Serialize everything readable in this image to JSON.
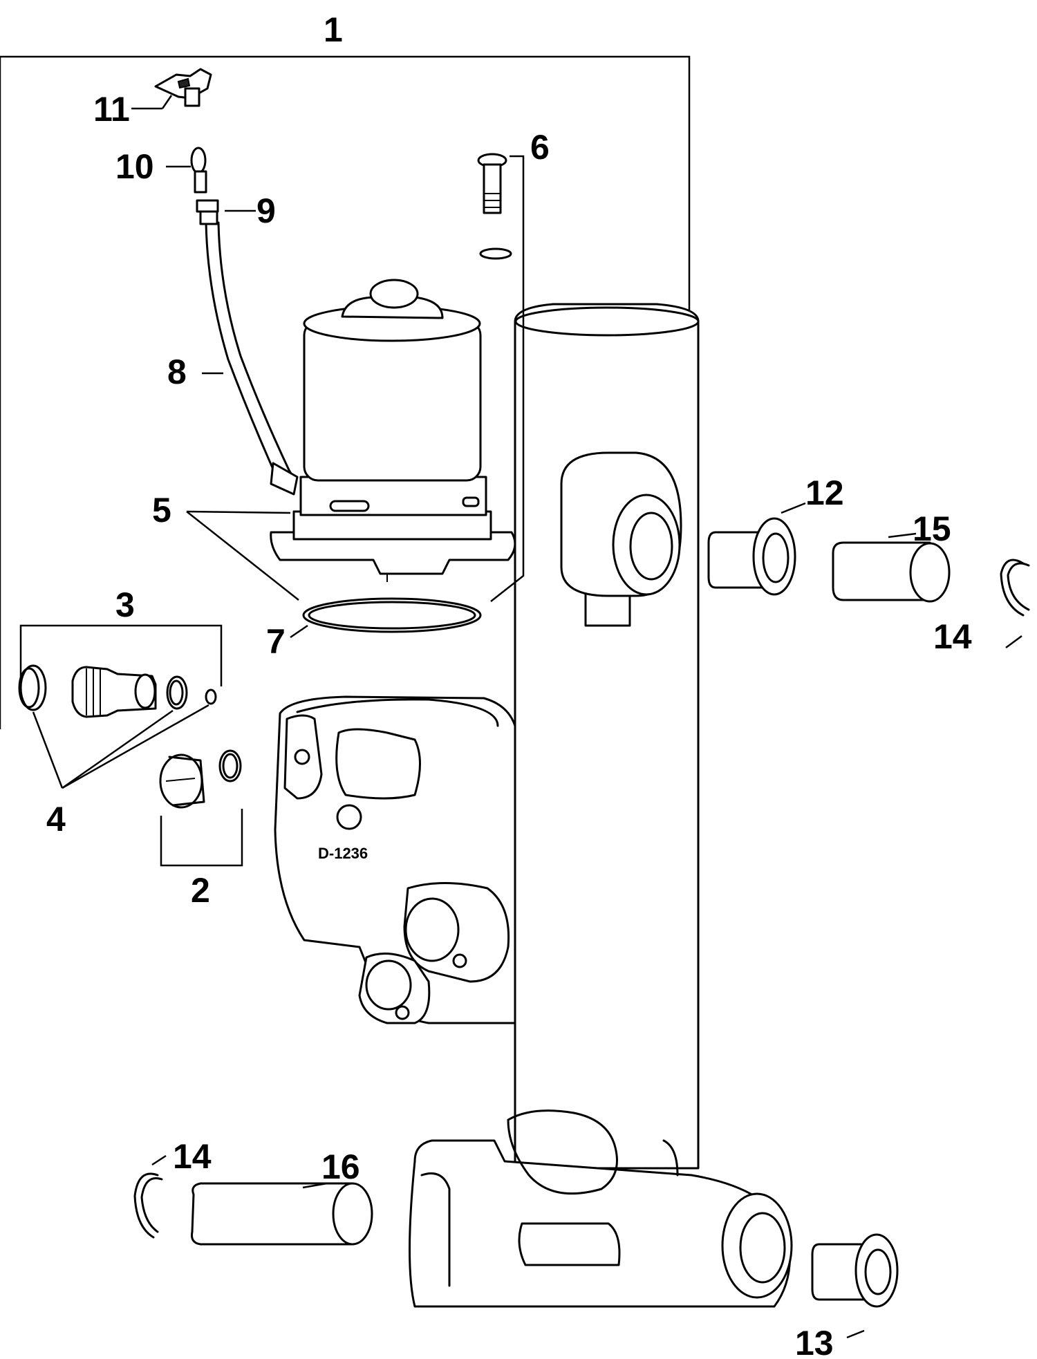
{
  "callouts": {
    "c1": "1",
    "c2": "2",
    "c3": "3",
    "c4": "4",
    "c5": "5",
    "c6": "6",
    "c7": "7",
    "c8": "8",
    "c9": "9",
    "c10": "10",
    "c11": "11",
    "c12": "12",
    "c13": "13",
    "c14a": "14",
    "c14b": "14",
    "c15": "15",
    "c16": "16"
  },
  "stamp": "D-1236"
}
